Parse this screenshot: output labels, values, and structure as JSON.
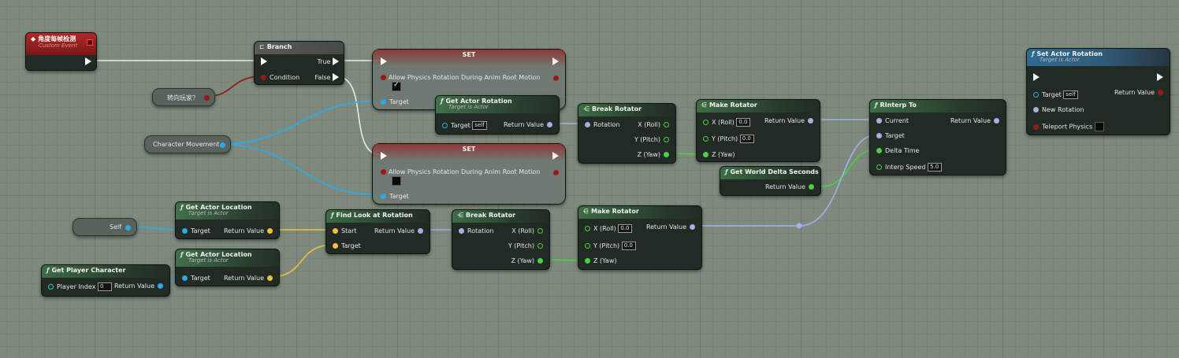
{
  "colors": {
    "exec": "#ffffff",
    "object": "#30a8e4",
    "vector": "#f0c040",
    "rotator": "#a6b0e8",
    "float": "#4ad040",
    "bool": "#9a1818",
    "event_header": "#b02828",
    "function_header": "#41704c",
    "target_function_header": "#2f6a93"
  },
  "event": {
    "title": "角度每帧检测",
    "subtitle": "Custom Event"
  },
  "branch": {
    "title": "Branch",
    "condition": "Condition",
    "true_label": "True",
    "false_label": "False"
  },
  "var_turn": {
    "label": "转向玩家？"
  },
  "var_cm": {
    "label": "Character Movement"
  },
  "var_self": {
    "label": "Self"
  },
  "set1": {
    "title": "SET",
    "prop": "Allow Physics Rotation During Anim Root Motion",
    "target": "Target",
    "checked": true
  },
  "set2": {
    "title": "SET",
    "prop": "Allow Physics Rotation During Anim Root Motion",
    "target": "Target",
    "checked": false
  },
  "get_rot": {
    "title": "Get Actor Rotation",
    "subtitle": "Target is Actor",
    "target": "Target",
    "target_val": "self",
    "ret": "Return Value"
  },
  "break1": {
    "title": "Break Rotator",
    "rotation": "Rotation",
    "x": "X (Roll)",
    "y": "Y (Pitch)",
    "z": "Z (Yaw)"
  },
  "make1": {
    "title": "Make Rotator",
    "x": "X (Roll)",
    "x_val": "0.0",
    "y": "Y (Pitch)",
    "y_val": "0.0",
    "z": "Z (Yaw)",
    "ret": "Return Value"
  },
  "delta": {
    "title": "Get World Delta Seconds",
    "ret": "Return Value"
  },
  "rinterp": {
    "title": "RInterp To",
    "current": "Current",
    "target": "Target",
    "delta": "Delta Time",
    "speed": "Interp Speed",
    "speed_val": "5.0",
    "ret": "Return Value"
  },
  "setrot": {
    "title": "Set Actor Rotation",
    "subtitle": "Target is Actor",
    "target": "Target",
    "target_val": "self",
    "new_rot": "New Rotation",
    "teleport": "Teleport Physics",
    "ret": "Return Value"
  },
  "loc1": {
    "title": "Get Actor Location",
    "subtitle": "Target is Actor",
    "target": "Target",
    "ret": "Return Value"
  },
  "loc2": {
    "title": "Get Actor Location",
    "subtitle": "Target is Actor",
    "target": "Target",
    "ret": "Return Value"
  },
  "gpc": {
    "title": "Get Player Character",
    "index": "Player Index",
    "index_val": "0",
    "ret": "Return Value"
  },
  "look": {
    "title": "Find Look at Rotation",
    "start": "Start",
    "target": "Target",
    "ret": "Return Value"
  },
  "break2": {
    "title": "Break Rotator",
    "rotation": "Rotation",
    "x": "X (Roll)",
    "y": "Y (Pitch)",
    "z": "Z (Yaw)"
  },
  "make2": {
    "title": "Make Rotator",
    "x": "X (Roll)",
    "x_val": "0.0",
    "y": "Y (Pitch)",
    "y_val": "0.0",
    "z": "Z (Yaw)",
    "ret": "Return Value"
  }
}
